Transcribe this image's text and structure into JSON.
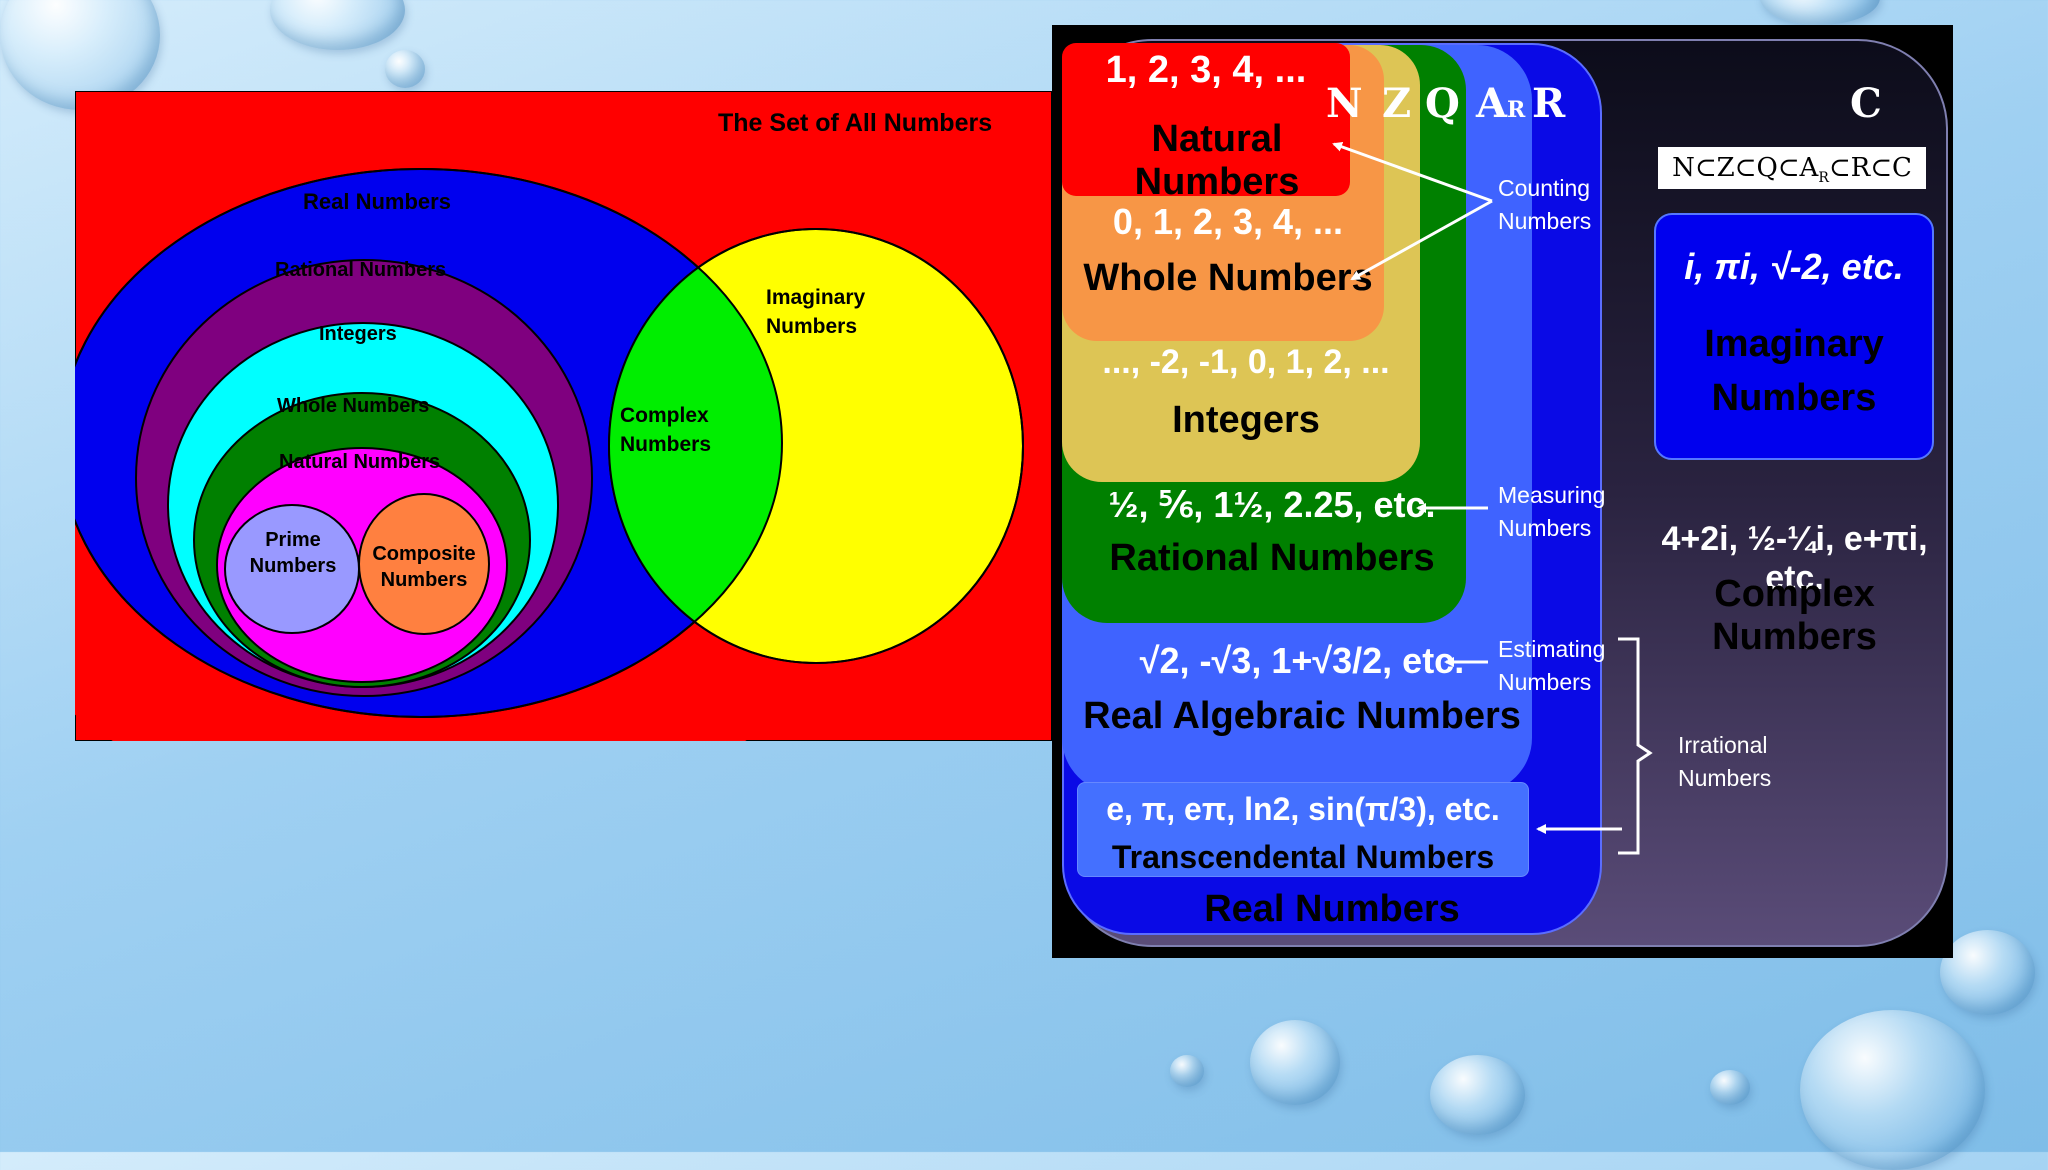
{
  "left_diagram": {
    "title": "The Set of All Numbers",
    "real": "Real Numbers",
    "rational": "Rational Numbers",
    "integers": "Integers",
    "whole": "Whole Numbers",
    "natural": "Natural Numbers",
    "prime_line1": "Prime",
    "prime_line2": "Numbers",
    "composite_line1": "Composite",
    "composite_line2": "Numbers",
    "complex_line1": "Complex",
    "complex_line2": "Numbers",
    "imaginary_line1": "Imaginary",
    "imaginary_line2": "Numbers"
  },
  "right_diagram": {
    "letters": {
      "n": "N",
      "z": "Z",
      "q": "Q",
      "a": "A",
      "a_sub": "R",
      "r": "R",
      "c": "C"
    },
    "subset_chain": "N⊂Z⊂Q⊂A",
    "subset_chain_sub": "R",
    "subset_chain_end": "⊂R⊂C",
    "natural_examples": "1, 2, 3, 4, ...",
    "natural_label": "Natural Numbers",
    "whole_examples": "0, 1, 2, 3, 4, ...",
    "whole_label": "Whole Numbers",
    "integer_examples": "..., -2, -1, 0, 1, 2, ...",
    "integer_label": "Integers",
    "rational_examples": "½, ⅚, 1½, 2.25, etc.",
    "rational_label": "Rational Numbers",
    "algebraic_examples": "√2, -√3, 1+√3/2, etc.",
    "algebraic_label": "Real Algebraic Numbers",
    "transcendental_examples": "e, π, eπ, ln2, sin(π/3), etc.",
    "transcendental_label": "Transcendental Numbers",
    "real_label": "Real Numbers",
    "imaginary_examples": "i, πi, √-2, etc.",
    "imaginary_line1": "Imaginary",
    "imaginary_line2": "Numbers",
    "complex_examples": "4+2i, ½-¼i, e+πi, etc.",
    "complex_label": "Complex Numbers",
    "counting_line1": "Counting",
    "counting_line2": "Numbers",
    "measuring_line1": "Measuring",
    "measuring_line2": "Numbers",
    "estimating_line1": "Estimating",
    "estimating_line2": "Numbers",
    "irrational_line1": "Irrational",
    "irrational_line2": "Numbers"
  }
}
